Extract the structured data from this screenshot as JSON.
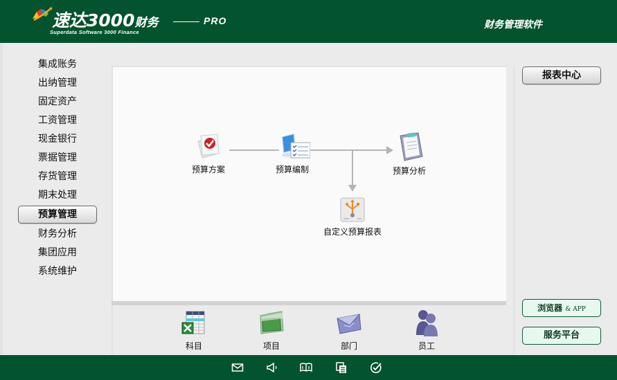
{
  "header": {
    "brand_title": "速达3000",
    "brand_title_suffix": "财务",
    "brand_subtitle": "Superdata Software 3000 Finance",
    "edition": "PRO",
    "tagline": "财务管理软件"
  },
  "sidebar": {
    "items": [
      {
        "label": "集成账务"
      },
      {
        "label": "出纳管理"
      },
      {
        "label": "固定资产"
      },
      {
        "label": "工资管理"
      },
      {
        "label": "现金银行"
      },
      {
        "label": "票据管理"
      },
      {
        "label": "存货管理"
      },
      {
        "label": "期末处理"
      },
      {
        "label": "预算管理",
        "active": true
      },
      {
        "label": "财务分析"
      },
      {
        "label": "集团应用"
      },
      {
        "label": "系统维护"
      }
    ]
  },
  "flow": {
    "nodes": [
      {
        "id": "plan",
        "label": "预算方案",
        "icon": "checked-documents-icon"
      },
      {
        "id": "compile",
        "label": "预算编制",
        "icon": "computer-checklist-icon"
      },
      {
        "id": "analysis",
        "label": "预算分析",
        "icon": "clipboard-icon"
      },
      {
        "id": "custom_report",
        "label": "自定义预算报表",
        "icon": "usb-drive-icon"
      }
    ]
  },
  "shortcuts": [
    {
      "label": "科目",
      "icon": "excel-sheet-icon"
    },
    {
      "label": "项目",
      "icon": "green-folder-icon"
    },
    {
      "label": "部门",
      "icon": "envelope-icon"
    },
    {
      "label": "员工",
      "icon": "users-icon"
    }
  ],
  "right_panel": {
    "report_center": "报表中心",
    "browser_app": "浏览器",
    "browser_app_suffix": "& APP",
    "service_platform": "服务平台"
  },
  "footer": {
    "icons": [
      "mail-icon",
      "speaker-icon",
      "book-icon",
      "copy-icon",
      "check-circle-icon"
    ]
  },
  "colors": {
    "brand_green": "#04532f",
    "panel_bg": "#fafafa",
    "page_bg": "#ebebeb",
    "flow_line": "#b4b4b4",
    "green_button_bg": "#e7f8ef"
  }
}
